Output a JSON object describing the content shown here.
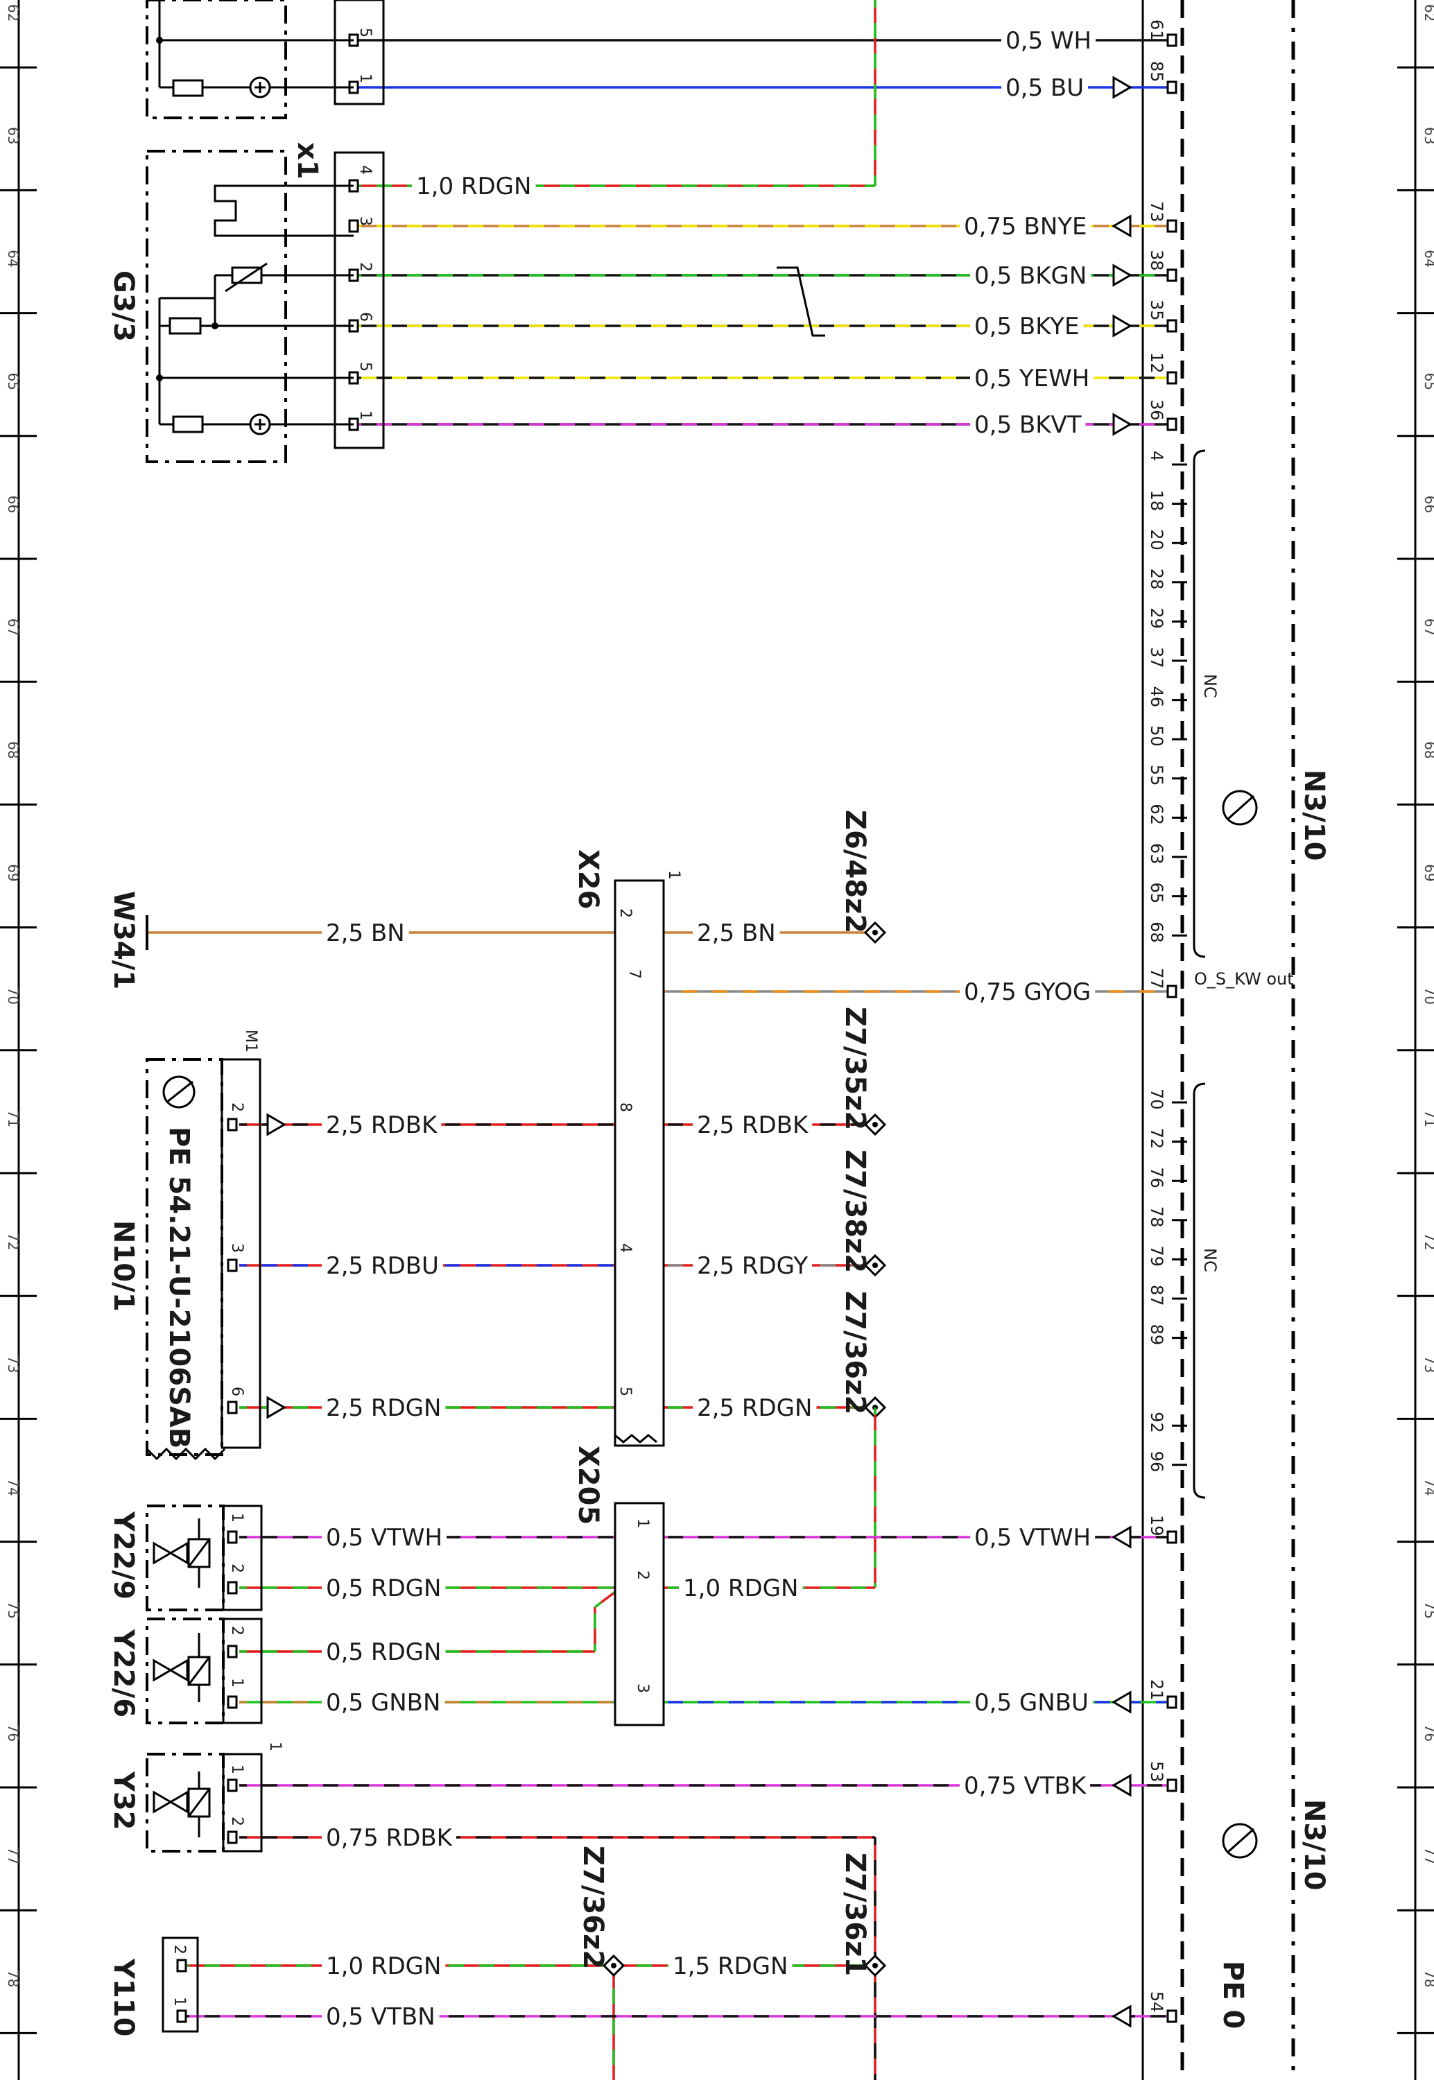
{
  "colors": {
    "BN": "#c8833a",
    "RD": "#e21b1b",
    "GN": "#1fc21f",
    "BK": "#111111",
    "BU": "#1a33e6",
    "WH": "#d9d9d9",
    "YE": "#f1e600",
    "VT": "#d933d9",
    "GY": "#8a8a8a",
    "OG": "#f0901c"
  },
  "row_numbers": [
    "62",
    "63",
    "64",
    "65",
    "66",
    "67",
    "68",
    "69",
    "70",
    "71",
    "72",
    "73",
    "74",
    "75",
    "76",
    "77",
    "78"
  ],
  "components": {
    "g3_3": "G3/3",
    "x1": "x1",
    "x26": "X26",
    "x205": "X205",
    "w34_1": "W34/1",
    "m1": "M1",
    "n10_1": "N10/1",
    "n10_1_ref": "PE 54.21-U-2106SAB",
    "y22_9": "Y22/9",
    "y22_6": "Y22/6",
    "y32": "Y32",
    "y110": "Y110",
    "n3_10": "N3/10",
    "n3_10_ref": "PE 0",
    "z6_48z2": "Z6/48z2",
    "z7_35z2": "Z7/35z2",
    "z7_38z2": "Z7/38z2",
    "z7_36z2": "Z7/36z2",
    "z7_36z2_b": "Z7/36z2",
    "z7_36z1": "Z7/36z1"
  },
  "wires": [
    {
      "label": "0,5 WH",
      "colors": [
        "BK"
      ]
    },
    {
      "label": "0,5 BU",
      "colors": [
        "BU"
      ]
    },
    {
      "label": "1,0 RDGN",
      "colors": [
        "RD",
        "GN"
      ]
    },
    {
      "label": "0,75 BNYE",
      "colors": [
        "BN",
        "YE"
      ]
    },
    {
      "label": "0,5 BKGN",
      "colors": [
        "BK",
        "GN"
      ]
    },
    {
      "label": "0,5 BKYE",
      "colors": [
        "BK",
        "YE"
      ]
    },
    {
      "label": "0,5 YEWH",
      "colors": [
        "YE",
        "BK"
      ]
    },
    {
      "label": "0,5 BKVT",
      "colors": [
        "BK",
        "VT"
      ]
    },
    {
      "label": "2,5 BN",
      "colors": [
        "BN"
      ]
    },
    {
      "label": "2,5 BN",
      "colors": [
        "BN"
      ]
    },
    {
      "label": "0,75 GYOG",
      "colors": [
        "GY",
        "OG"
      ]
    },
    {
      "label": "2,5 RDBK",
      "colors": [
        "RD",
        "BK"
      ]
    },
    {
      "label": "2,5 RDBK",
      "colors": [
        "RD",
        "BK"
      ]
    },
    {
      "label": "2,5 RDBU",
      "colors": [
        "RD",
        "BU"
      ]
    },
    {
      "label": "2,5 RDGY",
      "colors": [
        "RD",
        "GY"
      ]
    },
    {
      "label": "2,5 RDGN",
      "colors": [
        "RD",
        "GN"
      ]
    },
    {
      "label": "2,5 RDGN",
      "colors": [
        "RD",
        "GN"
      ]
    },
    {
      "label": "0,5 VTWH",
      "colors": [
        "VT",
        "BK"
      ]
    },
    {
      "label": "0,5 VTWH",
      "colors": [
        "VT",
        "BK"
      ]
    },
    {
      "label": "0,5 RDGN",
      "colors": [
        "RD",
        "GN"
      ]
    },
    {
      "label": "1,0 RDGN",
      "colors": [
        "RD",
        "GN"
      ]
    },
    {
      "label": "0,5 RDGN",
      "colors": [
        "RD",
        "GN"
      ]
    },
    {
      "label": "0,5 GNBN",
      "colors": [
        "GN",
        "BN"
      ]
    },
    {
      "label": "0,5 GNBU",
      "colors": [
        "GN",
        "BU"
      ]
    },
    {
      "label": "0,75 VTBK",
      "colors": [
        "VT",
        "BK"
      ]
    },
    {
      "label": "0,75 RDBK",
      "colors": [
        "RD",
        "BK"
      ]
    },
    {
      "label": "1,0 RDGN",
      "colors": [
        "RD",
        "GN"
      ]
    },
    {
      "label": "1,5 RDGN",
      "colors": [
        "RD",
        "GN"
      ]
    },
    {
      "label": "0,5 VTBN",
      "colors": [
        "VT",
        "BK"
      ]
    }
  ],
  "ecu_pins": {
    "p61": "61",
    "p85": "85",
    "p73": "73",
    "p38": "38",
    "p35": "35",
    "p12": "12",
    "p36": "36",
    "p77": "77",
    "p19": "19",
    "p21": "21",
    "p53": "53",
    "p54": "54"
  },
  "ecu_nc_pins_a": [
    "4",
    "18",
    "20",
    "28",
    "29",
    "37",
    "46",
    "50",
    "55",
    "62",
    "63",
    "65",
    "68"
  ],
  "ecu_nc_pins_b": [
    "70",
    "72",
    "76",
    "78",
    "79",
    "87",
    "89",
    "92",
    "96"
  ],
  "nc_label": "NC",
  "signal_label": "O_S_KW out",
  "g33_pins": [
    "4",
    "3",
    "2",
    "6",
    "5",
    "1"
  ],
  "top_pins": [
    "5",
    "1"
  ],
  "x26_pins": {
    "p1": "1",
    "p2": "2",
    "p7": "7",
    "p8": "8",
    "p4": "4",
    "p5": "5"
  },
  "m1_pins": {
    "p2": "2",
    "p3": "3",
    "p6": "6"
  },
  "x205_pins": {
    "p1": "1",
    "p2": "2",
    "p3": "3"
  },
  "y22_9_pins": [
    "1",
    "2"
  ],
  "y22_6_pins": [
    "2",
    "1"
  ],
  "y32_pins": [
    "1",
    "2"
  ],
  "y32_mark": "1",
  "y110_pins": [
    "2",
    "1"
  ]
}
